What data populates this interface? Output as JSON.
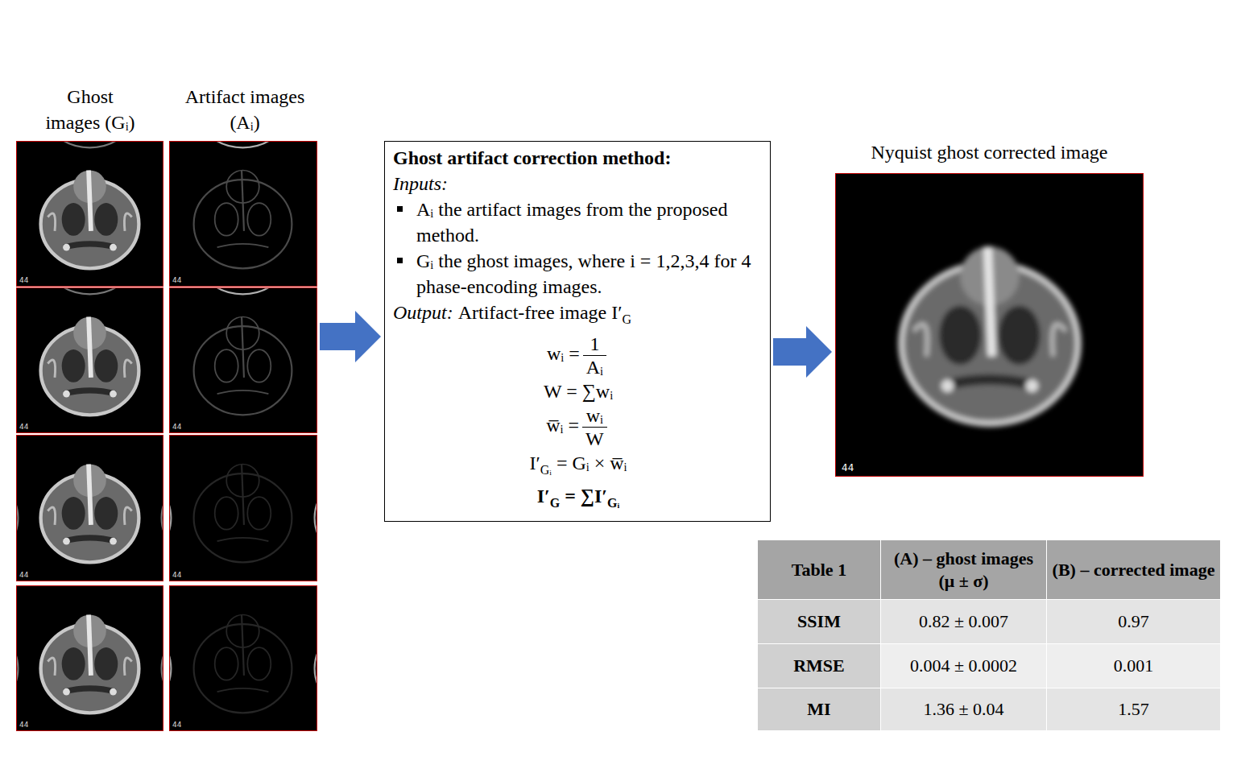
{
  "diagram": {
    "nodes": [
      {
        "text": [
          "44"
        ]
      },
      {
        "text": [
          "44"
        ]
      },
      {
        "text": [
          "44"
        ]
      },
      {
        "text": [
          "44"
        ]
      },
      {
        "text": [
          "44"
        ]
      },
      {
        "text": [
          "44"
        ]
      },
      {
        "text": [
          "44"
        ]
      },
      {
        "text": [
          "44"
        ]
      },
      {
        "text": [
          "Ghost artifact correction method:",
          "Inputs:",
          "Aᵢ the artifact images from the proposed method.",
          "Gᵢ the ghost images, where i = 1,2,3,4 for 4 phase-encoding images.",
          "Output:",
          "Artifact-free image I′",
          "G",
          "wᵢ =",
          "1",
          "Aᵢ",
          "W = ∑wᵢ",
          "w̅ᵢ =",
          "wᵢ",
          "W",
          "I′",
          "Gᵢ",
          "= Gᵢ × w̅ᵢ",
          "I′",
          "G",
          "= ∑I′",
          "Gᵢ"
        ]
      },
      {
        "text": [
          "Nyquist ghost corrected image",
          "44"
        ]
      }
    ],
    "edges": [
      {
        "from": 3,
        "to": 8,
        "arrow": "to"
      },
      {
        "from": 8,
        "to": 9,
        "arrow": "to"
      }
    ],
    "labels": [
      "Ghost images (Gᵢ)",
      "Artifact images (Aᵢ)",
      "Table 1",
      "(A) – ghost images (μ ± σ)",
      "(B) – corrected image",
      "SSIM",
      "0.82 ± 0.007",
      "0.97",
      "RMSE",
      "0.004 ± 0.0002",
      "0.001",
      "MI",
      "1.36 ± 0.04",
      "1.57"
    ]
  }
}
